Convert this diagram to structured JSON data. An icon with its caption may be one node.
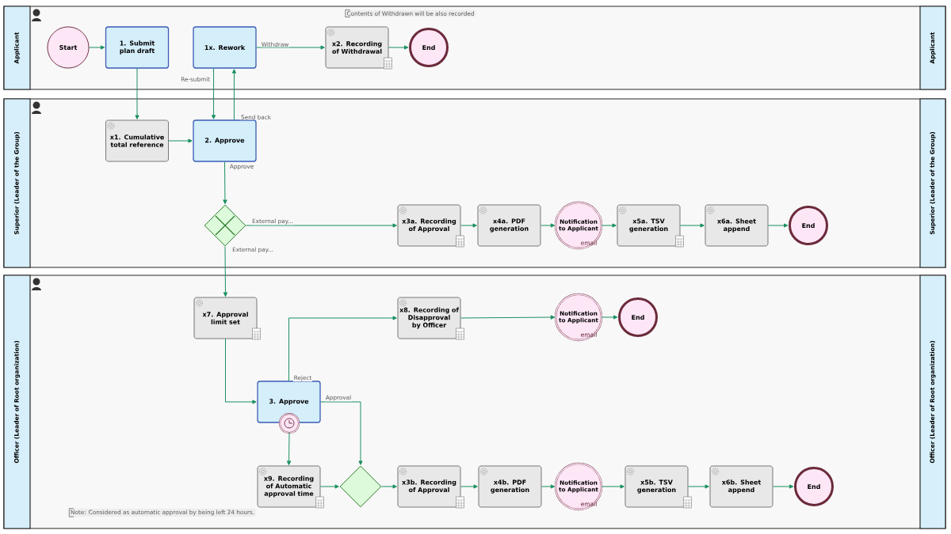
{
  "diagram": {
    "nodes": [
      {
        "text": [
          "Applicant",
          "Applicant"
        ]
      },
      {
        "text": [
          "Superior (Leader of the Group)",
          "Superior (Leader of the Group)"
        ]
      },
      {
        "text": [
          "Officer (Leader of Root organization)",
          "Officer (Leader of Root organization)"
        ]
      },
      {
        "text": [
          "Start"
        ],
        "in": 0
      },
      {
        "text": [
          "1. Submit plan draft"
        ],
        "in": 0
      },
      {
        "text": [
          "1x. Rework"
        ],
        "in": 0
      },
      {
        "text": [
          "x2. Recording of Withdrawal"
        ],
        "in": 0
      },
      {
        "text": [
          "End"
        ],
        "in": 0
      },
      {
        "text": [
          "x1. Cumulative total reference"
        ],
        "in": 1
      },
      {
        "text": [
          "2. Approve"
        ],
        "in": 1
      },
      {
        "text": [],
        "shape": "diamond",
        "in": 1
      },
      {
        "text": [
          "x3a. Recording of Approval"
        ],
        "in": 1
      },
      {
        "text": [
          "x4a. PDF generation"
        ],
        "in": 1
      },
      {
        "text": [
          "Notification to Applicant",
          "email"
        ],
        "in": 1
      },
      {
        "text": [
          "x5a. TSV generation"
        ],
        "in": 1
      },
      {
        "text": [
          "x6a. Sheet append"
        ],
        "in": 1
      },
      {
        "text": [
          "End"
        ],
        "in": 1
      },
      {
        "text": [
          "x7. Approval limit set"
        ],
        "in": 2
      },
      {
        "text": [
          "x8. Recording of Disapproval by Officer"
        ],
        "in": 2
      },
      {
        "text": [
          "Notification to Applicant",
          "email"
        ],
        "in": 2
      },
      {
        "text": [
          "End"
        ],
        "in": 2
      },
      {
        "text": [
          "3. Approve"
        ],
        "in": 2
      },
      {
        "text": [],
        "shape": "circle",
        "in": 2
      },
      {
        "text": [
          "x9. Recording of Automatic approval time"
        ],
        "in": 2
      },
      {
        "text": [],
        "shape": "diamond",
        "in": 2
      },
      {
        "text": [
          "x3b. Recording of Approval"
        ],
        "in": 2
      },
      {
        "text": [
          "x4b. PDF generation"
        ],
        "in": 2
      },
      {
        "text": [
          "Notification to Applicant",
          "email"
        ],
        "in": 2
      },
      {
        "text": [
          "x5b. TSV generation"
        ],
        "in": 2
      },
      {
        "text": [
          "x6b. Sheet append"
        ],
        "in": 2
      },
      {
        "text": [
          "End"
        ],
        "in": 2
      }
    ],
    "edges": [
      {
        "from": 3,
        "to": 4,
        "arrow": "to"
      },
      {
        "from": 4,
        "to": 8,
        "arrow": "to"
      },
      {
        "from": 5,
        "to": 9,
        "arrow": "to",
        "label": "Re-submit"
      },
      {
        "from": 9,
        "to": 5,
        "arrow": "to",
        "label": "Send back"
      },
      {
        "from": 5,
        "to": 6,
        "arrow": "to",
        "label": "Withdraw"
      },
      {
        "from": 6,
        "to": 7,
        "arrow": "to"
      },
      {
        "from": 8,
        "to": 9,
        "arrow": "to"
      },
      {
        "from": 9,
        "to": 10,
        "arrow": "to",
        "label": "Approve"
      },
      {
        "from": 10,
        "to": 11,
        "arrow": "to",
        "label": "External pay..."
      },
      {
        "from": 10,
        "to": 17,
        "arrow": "to",
        "label": "External pay..."
      },
      {
        "from": 11,
        "to": 12,
        "arrow": "to"
      },
      {
        "from": 12,
        "to": 13,
        "arrow": "to"
      },
      {
        "from": 13,
        "to": 14,
        "arrow": "to"
      },
      {
        "from": 14,
        "to": 15,
        "arrow": "to"
      },
      {
        "from": 15,
        "to": 16,
        "arrow": "to"
      },
      {
        "from": 17,
        "to": 21,
        "arrow": "to"
      },
      {
        "from": 21,
        "to": 18,
        "arrow": "to",
        "label": "Reject"
      },
      {
        "from": 18,
        "to": 19,
        "arrow": "to"
      },
      {
        "from": 19,
        "to": 20,
        "arrow": "to"
      },
      {
        "from": 21,
        "to": 24,
        "arrow": "to",
        "label": "Approval"
      },
      {
        "from": 22,
        "to": 23,
        "arrow": "to"
      },
      {
        "from": 23,
        "to": 24,
        "arrow": "to"
      },
      {
        "from": 24,
        "to": 25,
        "arrow": "to"
      },
      {
        "from": 25,
        "to": 26,
        "arrow": "to"
      },
      {
        "from": 26,
        "to": 27,
        "arrow": "to"
      },
      {
        "from": 27,
        "to": 28,
        "arrow": "to"
      },
      {
        "from": 28,
        "to": 29,
        "arrow": "to"
      },
      {
        "from": 29,
        "to": 30,
        "arrow": "to"
      }
    ],
    "labels": [
      "Contents of Withdrawn will be also recorded",
      "Note: Considered as automatic approval by being left 24 hours."
    ]
  }
}
